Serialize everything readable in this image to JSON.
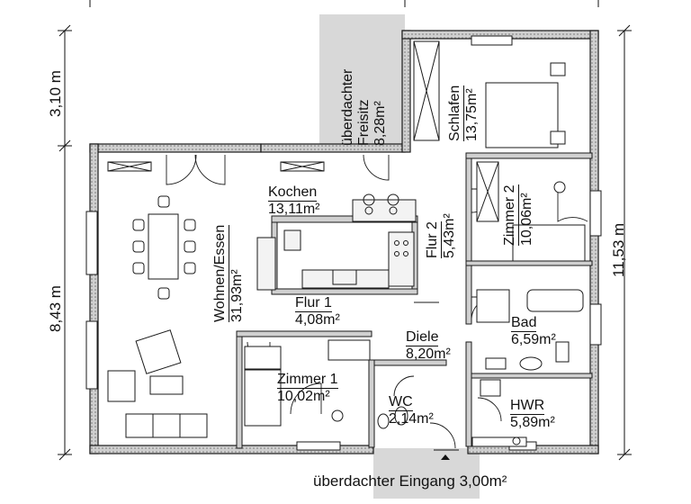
{
  "rooms": {
    "kochen": {
      "name": "Kochen",
      "area": "13,11m²"
    },
    "wohnen": {
      "name": "Wohnen/Essen",
      "area": "31,93m²"
    },
    "flur1": {
      "name": "Flur 1",
      "area": "4,08m²"
    },
    "zimmer1": {
      "name": "Zimmer 1",
      "area": "10,02m²"
    },
    "wc": {
      "name": "WC",
      "area": "2,14m²"
    },
    "diele": {
      "name": "Diele",
      "area": "8,20m²"
    },
    "flur2": {
      "name": "Flur 2",
      "area": "5,43m²"
    },
    "schlafen": {
      "name": "Schlafen",
      "area": "13,75m²"
    },
    "zimmer2": {
      "name": "Zimmer 2",
      "area": "10,06m²"
    },
    "bad": {
      "name": "Bad",
      "area": "6,59m²"
    },
    "hwr": {
      "name": "HWR",
      "area": "5,89m²"
    },
    "freisitz": {
      "name_line1": "überdachter",
      "name_line2": "Freisitz",
      "area": "8,28m²"
    }
  },
  "entrance": {
    "label": "überdachter Eingang 3,00m²"
  },
  "dimensions": {
    "left_top": "3,10 m",
    "left_main": "8,43 m",
    "right_total": "11,53 m"
  },
  "colors": {
    "wall_fill": "#cfcfcf",
    "wall_stroke": "#1a1a1a",
    "covered_area": "#d8d8d8",
    "background": "#ffffff"
  }
}
